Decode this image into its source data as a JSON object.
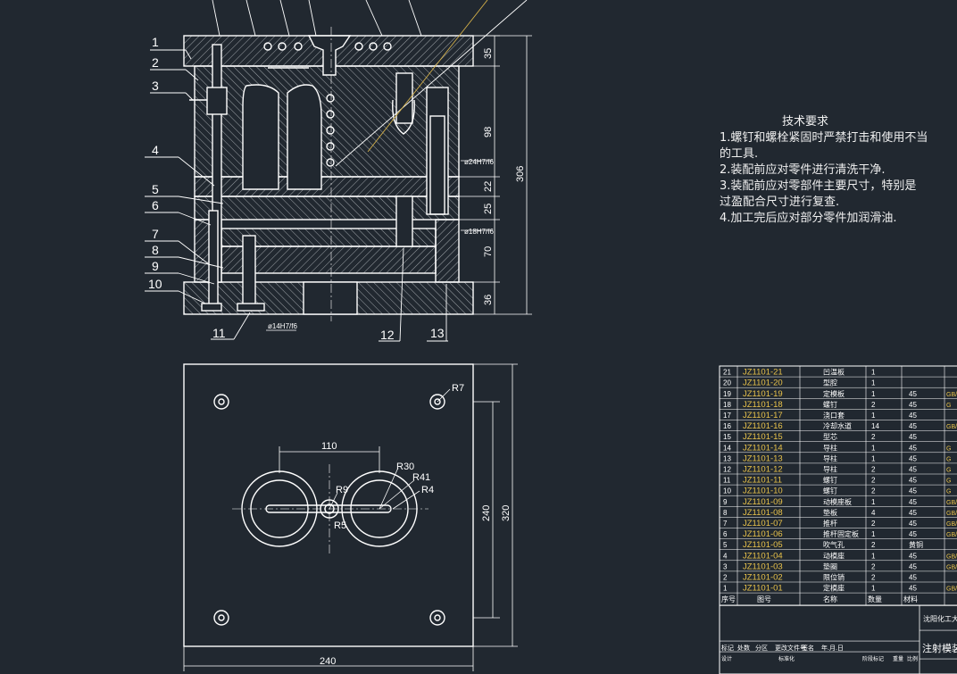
{
  "section_callouts": [
    "1",
    "2",
    "3",
    "4",
    "5",
    "6",
    "7",
    "8",
    "9",
    "10",
    "11",
    "12",
    "13"
  ],
  "section_dims": {
    "d35": "35",
    "d98": "98",
    "d306": "306",
    "d22": "22",
    "d25": "25",
    "d70": "70",
    "d36": "36",
    "phi24": "ø24H7/f6",
    "phi18": "ø18H7/f6",
    "phi14": "ø14H7/f6"
  },
  "plan_dims": {
    "r7": "R7",
    "d110": "110",
    "r30": "R30",
    "r41": "R41",
    "r4": "R4",
    "r9": "R9",
    "r5": "R5",
    "d240v": "240",
    "d320": "320",
    "d240h": "240"
  },
  "requirements": {
    "title": "技术要求",
    "lines": [
      "1.螺钉和螺栓紧固时严禁打击和使用不当",
      "的工具.",
      "2.装配前应对零件进行清洗干净.",
      "3.装配前应对零部件主要尺寸，特别是",
      "过盈配合尺寸进行复查.",
      "4.加工完后应对部分零件加润滑油."
    ]
  },
  "bom": {
    "rows": [
      {
        "no": "21",
        "code": "JZ1101-21",
        "name": "凹温板",
        "qty": "1",
        "mat": "",
        "std": ""
      },
      {
        "no": "20",
        "code": "JZ1101-20",
        "name": "型腔",
        "qty": "1",
        "mat": "",
        "std": ""
      },
      {
        "no": "19",
        "code": "JZ1101-19",
        "name": "定模板",
        "qty": "1",
        "mat": "45",
        "std": "GB/"
      },
      {
        "no": "18",
        "code": "JZ1101-18",
        "name": "螺钉",
        "qty": "2",
        "mat": "45",
        "std": "G"
      },
      {
        "no": "17",
        "code": "JZ1101-17",
        "name": "浇口套",
        "qty": "1",
        "mat": "45",
        "std": ""
      },
      {
        "no": "16",
        "code": "JZ1101-16",
        "name": "冷却水道",
        "qty": "14",
        "mat": "45",
        "std": "GB/"
      },
      {
        "no": "15",
        "code": "JZ1101-15",
        "name": "型芯",
        "qty": "2",
        "mat": "45",
        "std": ""
      },
      {
        "no": "14",
        "code": "JZ1101-14",
        "name": "导柱",
        "qty": "1",
        "mat": "45",
        "std": "G"
      },
      {
        "no": "13",
        "code": "JZ1101-13",
        "name": "导柱",
        "qty": "1",
        "mat": "45",
        "std": "G"
      },
      {
        "no": "12",
        "code": "JZ1101-12",
        "name": "导柱",
        "qty": "2",
        "mat": "45",
        "std": "G"
      },
      {
        "no": "11",
        "code": "JZ1101-11",
        "name": "螺钉",
        "qty": "2",
        "mat": "45",
        "std": "G"
      },
      {
        "no": "10",
        "code": "JZ1101-10",
        "name": "螺钉",
        "qty": "2",
        "mat": "45",
        "std": "G"
      },
      {
        "no": "9",
        "code": "JZ1101-09",
        "name": "动模座板",
        "qty": "1",
        "mat": "45",
        "std": "GB/"
      },
      {
        "no": "8",
        "code": "JZ1101-08",
        "name": "垫板",
        "qty": "4",
        "mat": "45",
        "std": "GB/"
      },
      {
        "no": "7",
        "code": "JZ1101-07",
        "name": "推杆",
        "qty": "2",
        "mat": "45",
        "std": "GB/"
      },
      {
        "no": "6",
        "code": "JZ1101-06",
        "name": "推杆固定板",
        "qty": "1",
        "mat": "45",
        "std": "GB/"
      },
      {
        "no": "5",
        "code": "JZ1101-05",
        "name": "吹气孔",
        "qty": "2",
        "mat": "黄铜",
        "std": ""
      },
      {
        "no": "4",
        "code": "JZ1101-04",
        "name": "动模座",
        "qty": "1",
        "mat": "45",
        "std": "GB/"
      },
      {
        "no": "3",
        "code": "JZ1101-03",
        "name": "垫圈",
        "qty": "2",
        "mat": "45",
        "std": "GB/"
      },
      {
        "no": "2",
        "code": "JZ1101-02",
        "name": "限位销",
        "qty": "2",
        "mat": "45",
        "std": ""
      },
      {
        "no": "1",
        "code": "JZ1101-01",
        "name": "定模座",
        "qty": "1",
        "mat": "45",
        "std": "GB/"
      }
    ],
    "header": {
      "no": "序号",
      "code": "图号",
      "name": "名称",
      "qty": "数量",
      "mat": "材料"
    },
    "title_block": {
      "school": "沈阳化工大学",
      "drawing_title": "注射模装",
      "labels": [
        "标记",
        "处数",
        "分区",
        "更改文件号",
        "签名",
        "年.月.日",
        "设计",
        "标准化",
        "阶段标记",
        "重量",
        "比例"
      ]
    }
  }
}
